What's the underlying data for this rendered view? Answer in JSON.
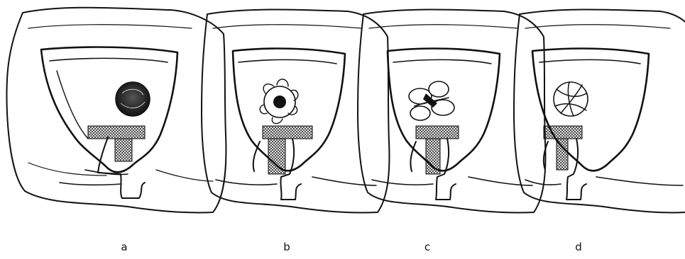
{
  "figure": {
    "panels": [
      {
        "id": "a",
        "label": "a"
      },
      {
        "id": "b",
        "label": "b"
      },
      {
        "id": "c",
        "label": "c"
      },
      {
        "id": "d",
        "label": "d"
      }
    ]
  },
  "colors": {
    "ink": "#111111",
    "background": "#ffffff"
  }
}
